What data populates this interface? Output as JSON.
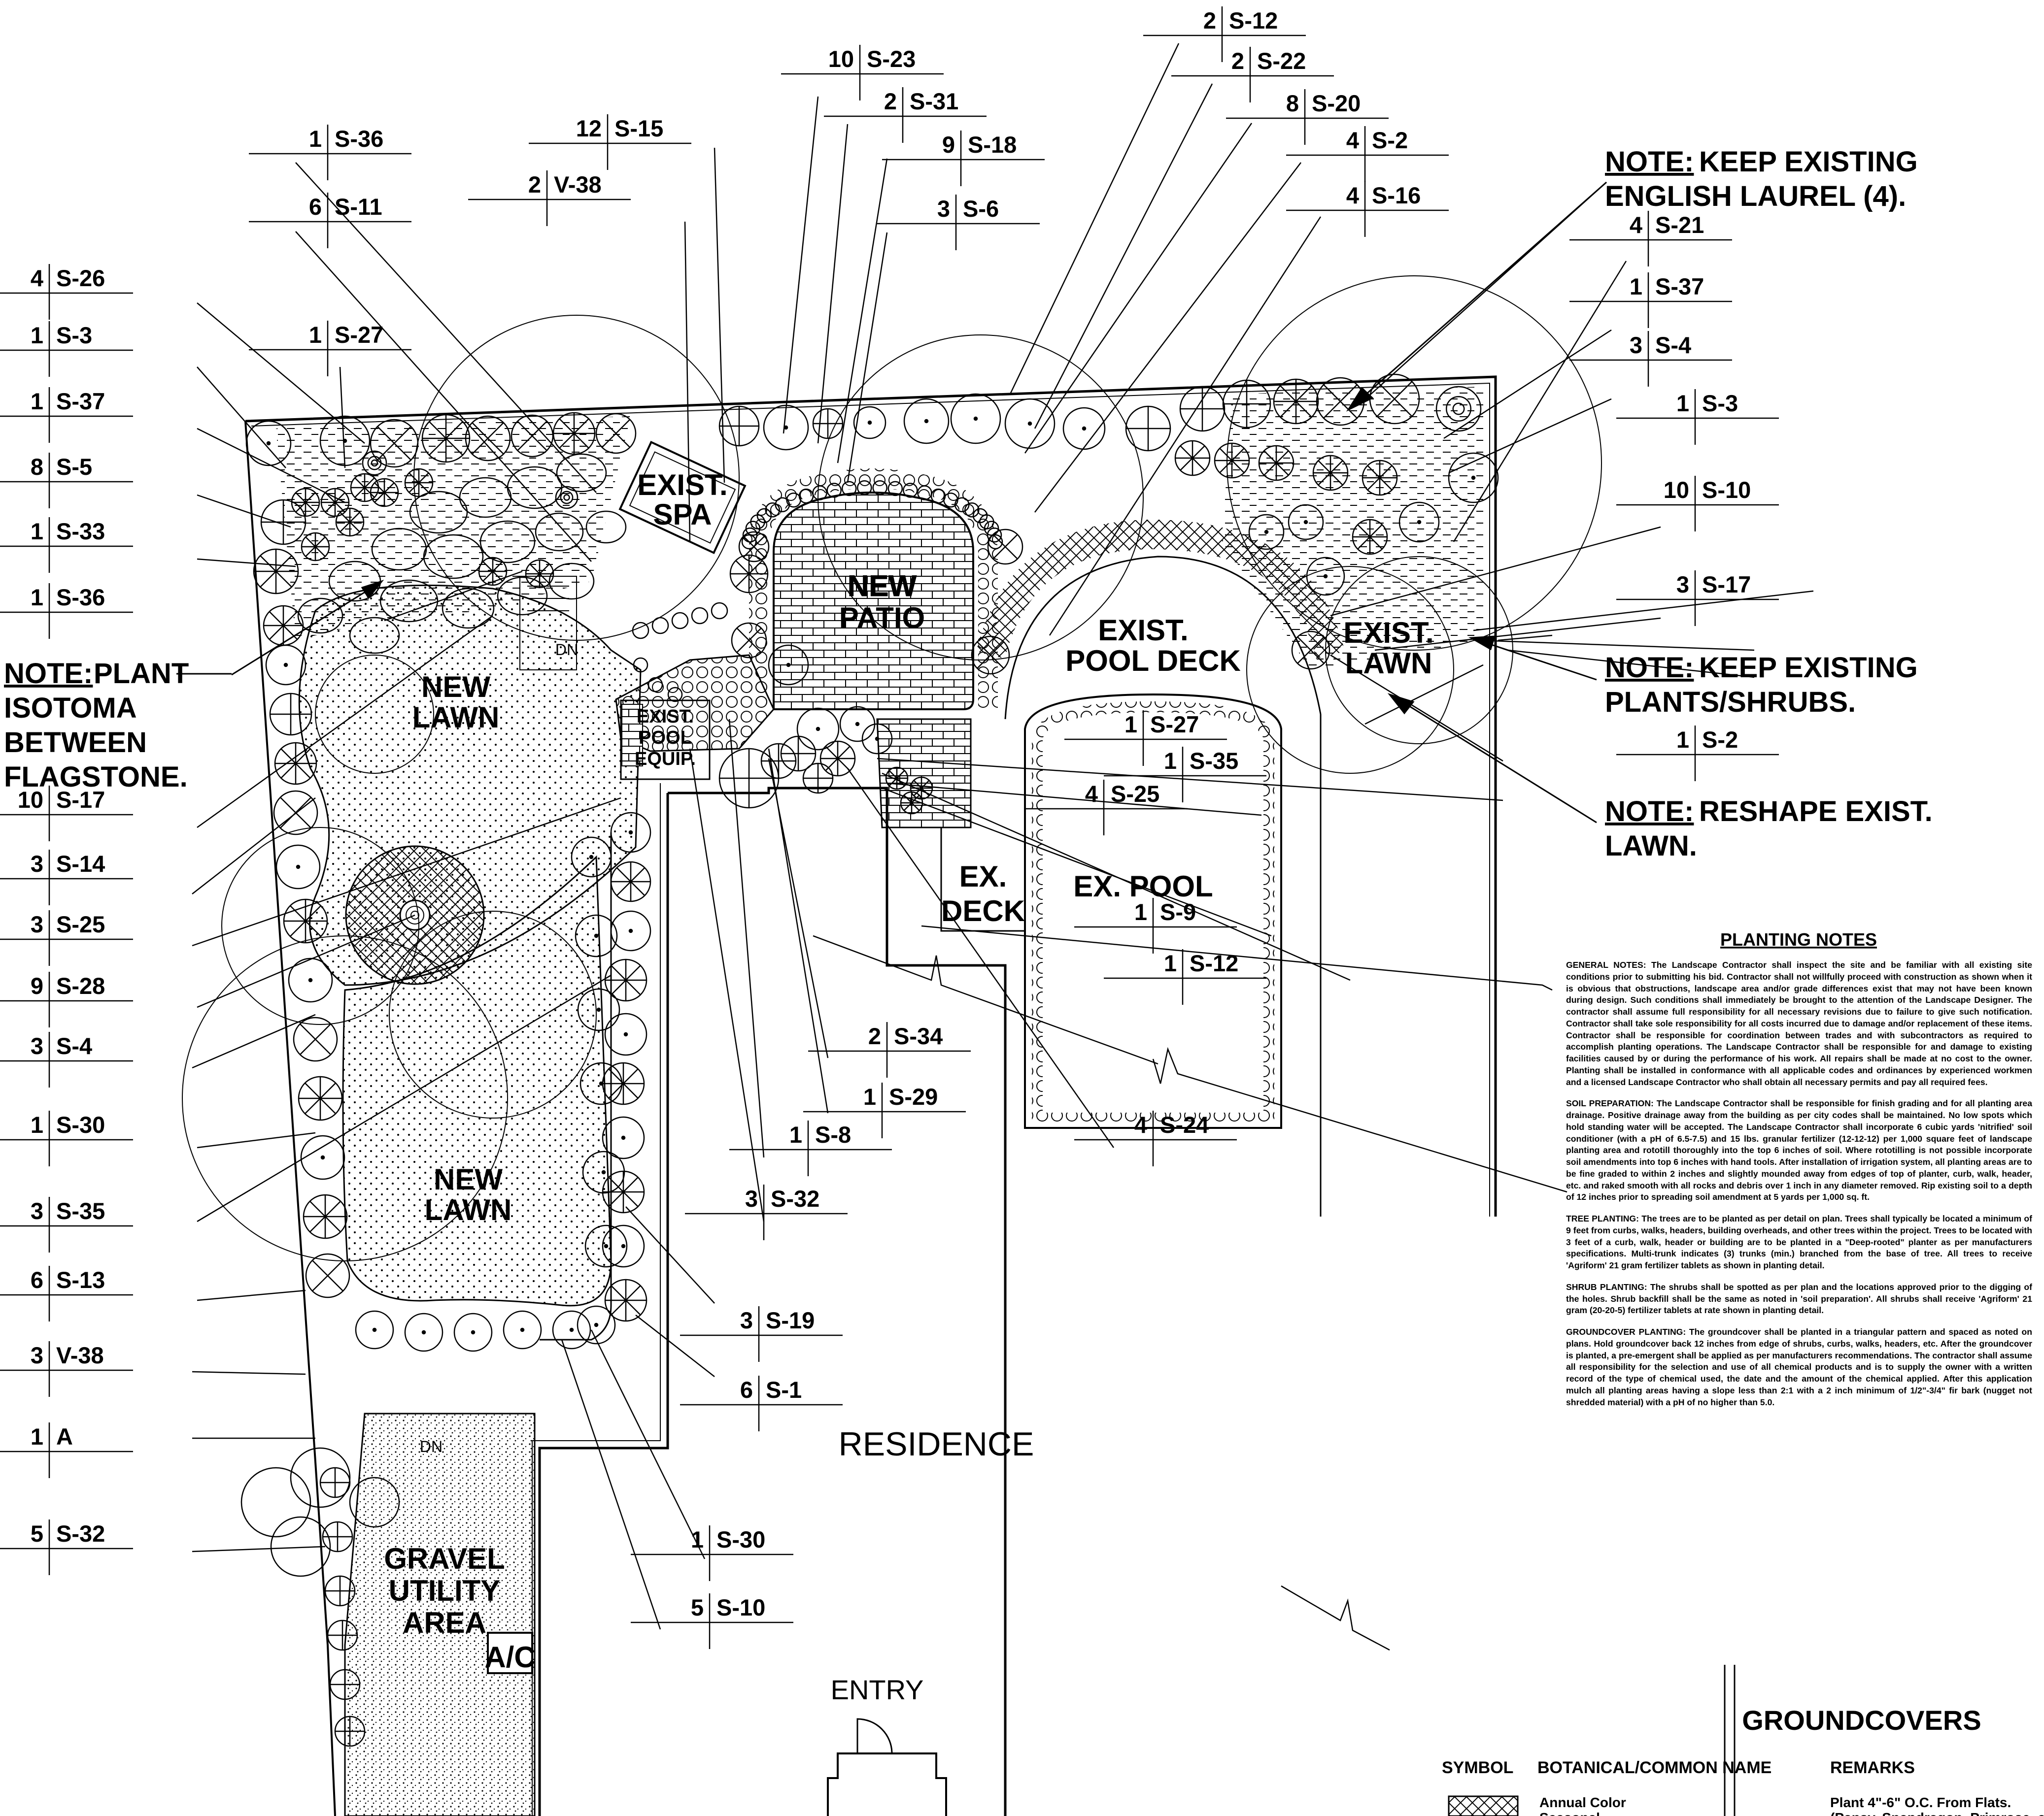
{
  "labels": {
    "exist_spa": [
      "EXIST.",
      "SPA"
    ],
    "new_patio": [
      "NEW",
      "PATIO"
    ],
    "exist_pool_deck": [
      "EXIST.",
      "POOL DECK"
    ],
    "exist_lawn": [
      "EXIST.",
      "LAWN"
    ],
    "new_lawn_upper": [
      "NEW",
      "LAWN"
    ],
    "new_lawn_lower": [
      "NEW",
      "LAWN"
    ],
    "exist_pool_equip": [
      "EXIST.",
      "POOL",
      "EQUIP."
    ],
    "ex_deck": [
      "EX.",
      "DECK"
    ],
    "ex_pool": "EX. POOL",
    "residence": "RESIDENCE",
    "gravel_utility": [
      "GRAVEL",
      "UTILITY",
      "AREA"
    ],
    "ac": "A/C",
    "entry": "ENTRY",
    "dn_upper": "DN",
    "dn_lower": "DN"
  },
  "notes": [
    {
      "prefix": "NOTE:",
      "lines": [
        "KEEP EXISTING",
        "ENGLISH LAUREL (4)."
      ]
    },
    {
      "prefix": "NOTE:",
      "lines": [
        "KEEP EXISTING",
        "PLANTS/SHRUBS."
      ]
    },
    {
      "prefix": "NOTE:",
      "lines": [
        "RESHAPE EXIST.",
        "LAWN."
      ]
    },
    {
      "prefix": "NOTE:",
      "lines": [
        "PLANT",
        "ISOTOMA",
        "BETWEEN",
        "FLAGSTONE."
      ]
    }
  ],
  "callouts": [
    {
      "qty": "2",
      "code": "S-12"
    },
    {
      "qty": "2",
      "code": "S-22"
    },
    {
      "qty": "10",
      "code": "S-23"
    },
    {
      "qty": "2",
      "code": "S-31"
    },
    {
      "qty": "8",
      "code": "S-20"
    },
    {
      "qty": "9",
      "code": "S-18"
    },
    {
      "qty": "12",
      "code": "S-15"
    },
    {
      "qty": "4",
      "code": "S-2"
    },
    {
      "qty": "1",
      "code": "S-36"
    },
    {
      "qty": "2",
      "code": "V-38"
    },
    {
      "qty": "4",
      "code": "S-16"
    },
    {
      "qty": "6",
      "code": "S-11"
    },
    {
      "qty": "3",
      "code": "S-6"
    },
    {
      "qty": "4",
      "code": "S-21"
    },
    {
      "qty": "4",
      "code": "S-26"
    },
    {
      "qty": "1",
      "code": "S-37"
    },
    {
      "qty": "1",
      "code": "S-27"
    },
    {
      "qty": "1",
      "code": "S-3"
    },
    {
      "qty": "3",
      "code": "S-4"
    },
    {
      "qty": "1",
      "code": "S-37"
    },
    {
      "qty": "1",
      "code": "S-3"
    },
    {
      "qty": "8",
      "code": "S-5"
    },
    {
      "qty": "10",
      "code": "S-10"
    },
    {
      "qty": "1",
      "code": "S-33"
    },
    {
      "qty": "3",
      "code": "S-17"
    },
    {
      "qty": "1",
      "code": "S-36"
    },
    {
      "qty": "1",
      "code": "S-27"
    },
    {
      "qty": "1",
      "code": "S-2"
    },
    {
      "qty": "1",
      "code": "S-35"
    },
    {
      "qty": "10",
      "code": "S-17"
    },
    {
      "qty": "4",
      "code": "S-25"
    },
    {
      "qty": "3",
      "code": "S-14"
    },
    {
      "qty": "3",
      "code": "S-25"
    },
    {
      "qty": "1",
      "code": "S-9"
    },
    {
      "qty": "1",
      "code": "S-12"
    },
    {
      "qty": "9",
      "code": "S-28"
    },
    {
      "qty": "3",
      "code": "S-4"
    },
    {
      "qty": "2",
      "code": "S-34"
    },
    {
      "qty": "1",
      "code": "S-29"
    },
    {
      "qty": "1",
      "code": "S-30"
    },
    {
      "qty": "1",
      "code": "S-8"
    },
    {
      "qty": "4",
      "code": "S-24"
    },
    {
      "qty": "3",
      "code": "S-35"
    },
    {
      "qty": "3",
      "code": "S-32"
    },
    {
      "qty": "6",
      "code": "S-13"
    },
    {
      "qty": "3",
      "code": "S-19"
    },
    {
      "qty": "3",
      "code": "V-38"
    },
    {
      "qty": "6",
      "code": "S-1"
    },
    {
      "qty": "1",
      "code": "A"
    },
    {
      "qty": "5",
      "code": "S-32"
    },
    {
      "qty": "1",
      "code": "S-30"
    },
    {
      "qty": "5",
      "code": "S-10"
    }
  ],
  "planting_notes": {
    "title": "PLANTING NOTES",
    "paragraphs": [
      "GENERAL NOTES: The Landscape Contractor shall inspect the site and be familiar with all existing site conditions prior to submitting his bid. Contractor shall not willfully proceed with construction as shown when it is obvious that obstructions, landscape area and/or grade differences exist that may not have been known during design. Such conditions shall immediately be brought to the attention of the Landscape Designer. The contractor shall assume full responsibility for all necessary revisions due to failure to give such notification. Contractor shall take sole responsibility for all costs incurred due to damage and/or replacement of these items. Contractor shall be responsible for coordination between trades and with subcontractors as required to accomplish planting operations. The Landscape Contractor shall be responsible for and damage to existing facilities caused by or during the performance of his work. All repairs shall be made at no cost to the owner. Planting shall be installed in conformance with all applicable codes and ordinances by experienced workmen and a licensed Landscape Contractor who shall obtain all necessary permits and pay all required fees.",
      "SOIL PREPARATION: The Landscape Contractor shall be responsible for finish grading and for all planting area drainage. Positive drainage away from the building as per city codes shall be maintained. No low spots which hold standing water will be accepted. The Landscape Contractor shall incorporate 6 cubic yards 'nitrified' soil conditioner (with a pH of 6.5-7.5) and 15 lbs. granular fertilizer (12-12-12) per 1,000 square feet of landscape planting area and rototill thoroughly into the top 6 inches of soil. Where rototilling is not possible incorporate soil amendments into top 6 inches with hand tools. After installation of irrigation system, all planting areas are to be fine graded to within 2 inches and slightly mounded away from edges of top of planter, curb, walk, header, etc. and raked smooth with all rocks and debris over 1 inch in any diameter removed. Rip existing soil to a depth of 12 inches prior to spreading soil amendment at 5 yards per 1,000 sq. ft.",
      "TREE PLANTING: The trees are to be planted as per detail on plan. Trees shall typically be located a minimum of 9 feet from curbs, walks, headers, building overheads, and other trees within the project. Trees to be located with 3 feet of a curb, walk, header or building are to be planted in a \"Deep-rooted\" planter as per manufacturers specifications. Multi-trunk indicates (3) trunks (min.) branched from the base of tree. All trees to receive 'Agriform' 21 gram fertilizer tablets as shown in planting detail.",
      "SHRUB PLANTING: The shrubs shall be spotted as per plan and the locations approved prior to the digging of the holes. Shrub backfill shall be the same as noted in 'soil preparation'. All shrubs shall receive 'Agriform' 21 gram (20-20-5) fertilizer tablets at rate shown in planting detail.",
      "GROUNDCOVER PLANTING: The groundcover shall be planted in a triangular pattern and spaced as noted on plans. Hold groundcover back 12 inches from edge of shrubs, curbs, walks, headers, etc. After the groundcover is planted, a pre-emergent shall be applied as per manufacturers recommendations. The contractor shall assume all responsibility for the selection and use of all chemical products and is to supply the owner with a written record of the type of chemical used, the date and the amount of the chemical applied. After this application mulch all planting areas having a slope less than 2:1 with a 2 inch minimum of 1/2\"-3/4\" fir bark (nugget not shredded material) with a pH of no higher than 5.0."
    ]
  },
  "groundcovers": {
    "title": "GROUNDCOVERS",
    "headers": [
      "SYMBOL",
      "BOTANICAL/COMMON NAME",
      "REMARKS"
    ],
    "rows": [
      {
        "name": "Annual Color",
        "name2": "Seasonal",
        "remarks": "Plant 4\"-6\" O.C. From Flats.",
        "remarks2": "(Pansy, Snapdragon, Primrose, etc.)"
      }
    ]
  }
}
